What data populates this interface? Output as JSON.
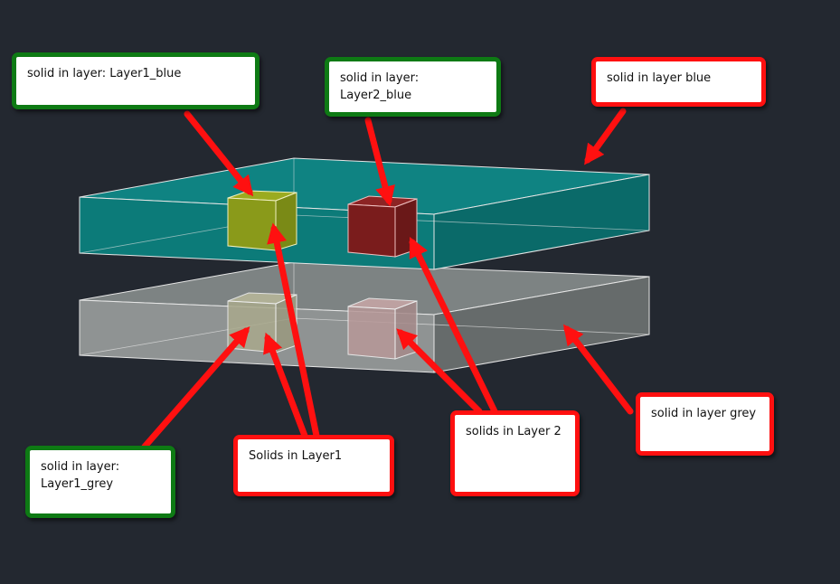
{
  "colors": {
    "background": "#232830",
    "layer_blue": "#0a7a78",
    "layer_grey": "#6f7373",
    "solid_yellow": "#8a9a1a",
    "solid_red": "#7a1c1c",
    "callout_green": "#0e7a14",
    "callout_red": "#ff1010",
    "arrow": "#ff1010"
  },
  "callouts": {
    "layer1_blue": "solid in layer: Layer1_blue",
    "layer2_blue": "solid in layer: Layer2_blue",
    "layer_blue": "solid in layer blue",
    "layer_grey": "solid in layer grey",
    "layer1_grey_line1": "solid in layer:",
    "layer1_grey_line2": "Layer1_grey",
    "solids_layer1": "Solids in Layer1",
    "solids_layer2": "solids in Layer 2"
  }
}
